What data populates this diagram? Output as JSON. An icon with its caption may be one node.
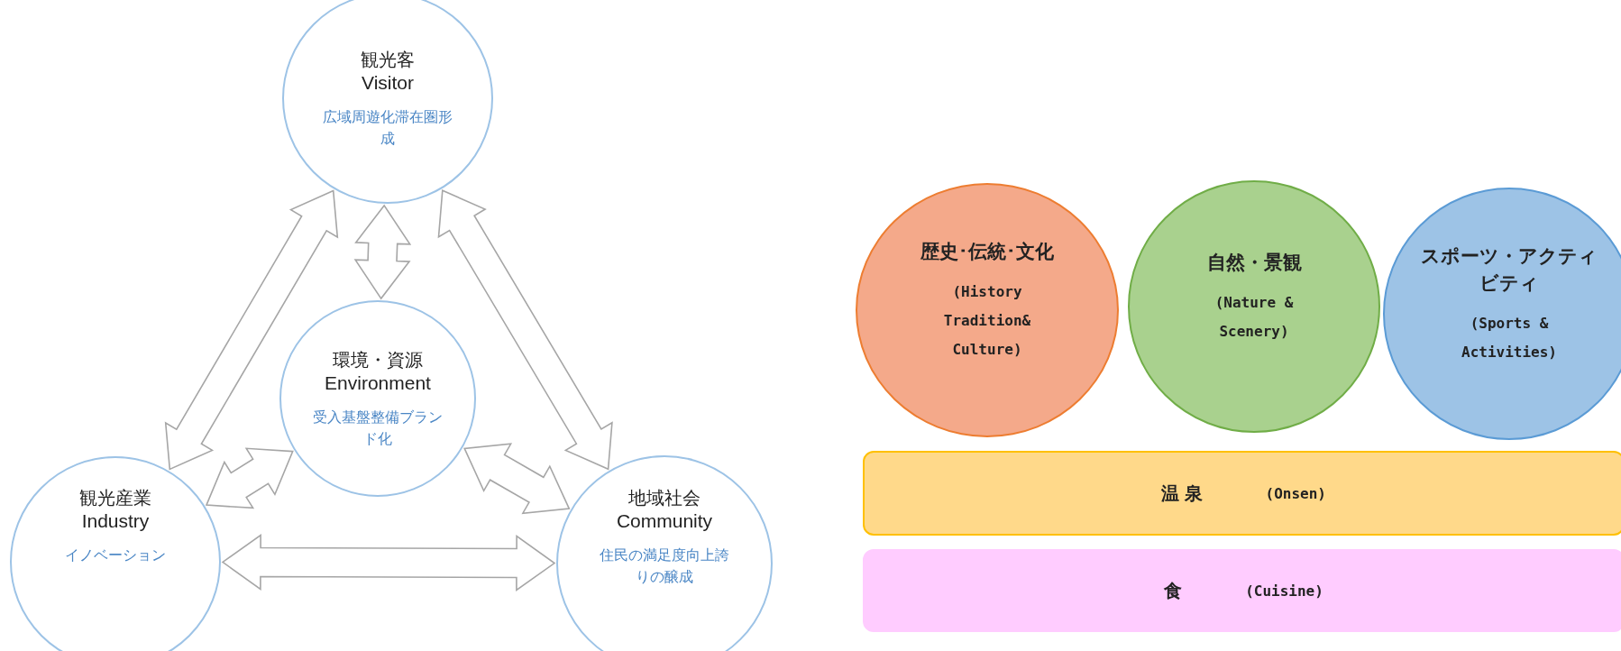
{
  "diagram": {
    "nodes": [
      {
        "text": [
          "観光客",
          "Visitor",
          "広域周遊化滞在圏形成"
        ]
      },
      {
        "text": [
          "環境・資源",
          "Environment",
          "受入基盤整備ブランド化"
        ]
      },
      {
        "text": [
          "観光産業",
          "Industry",
          "イノベーション"
        ]
      },
      {
        "text": [
          "地域社会",
          "Community",
          "住民の満足度向上誇りの醸成"
        ]
      },
      {
        "text": [
          "歴史･伝統･文化",
          "(History Tradition& Culture)"
        ]
      },
      {
        "text": [
          "自然・景観",
          "(Nature & Scenery)"
        ]
      },
      {
        "text": [
          "スポーツ・アクティビティ",
          "(Sports & Activities)"
        ]
      },
      {
        "text": [
          "温 泉",
          "(Onsen)"
        ]
      },
      {
        "text": [
          "食",
          "(Cuisine)"
        ]
      }
    ],
    "edges": [
      {
        "from": 0,
        "to": 1,
        "arrow": "both"
      },
      {
        "from": 0,
        "to": 2,
        "arrow": "both"
      },
      {
        "from": 0,
        "to": 3,
        "arrow": "both"
      },
      {
        "from": 1,
        "to": 2,
        "arrow": "both"
      },
      {
        "from": 1,
        "to": 3,
        "arrow": "both"
      },
      {
        "from": 2,
        "to": 3,
        "arrow": "both"
      }
    ]
  }
}
